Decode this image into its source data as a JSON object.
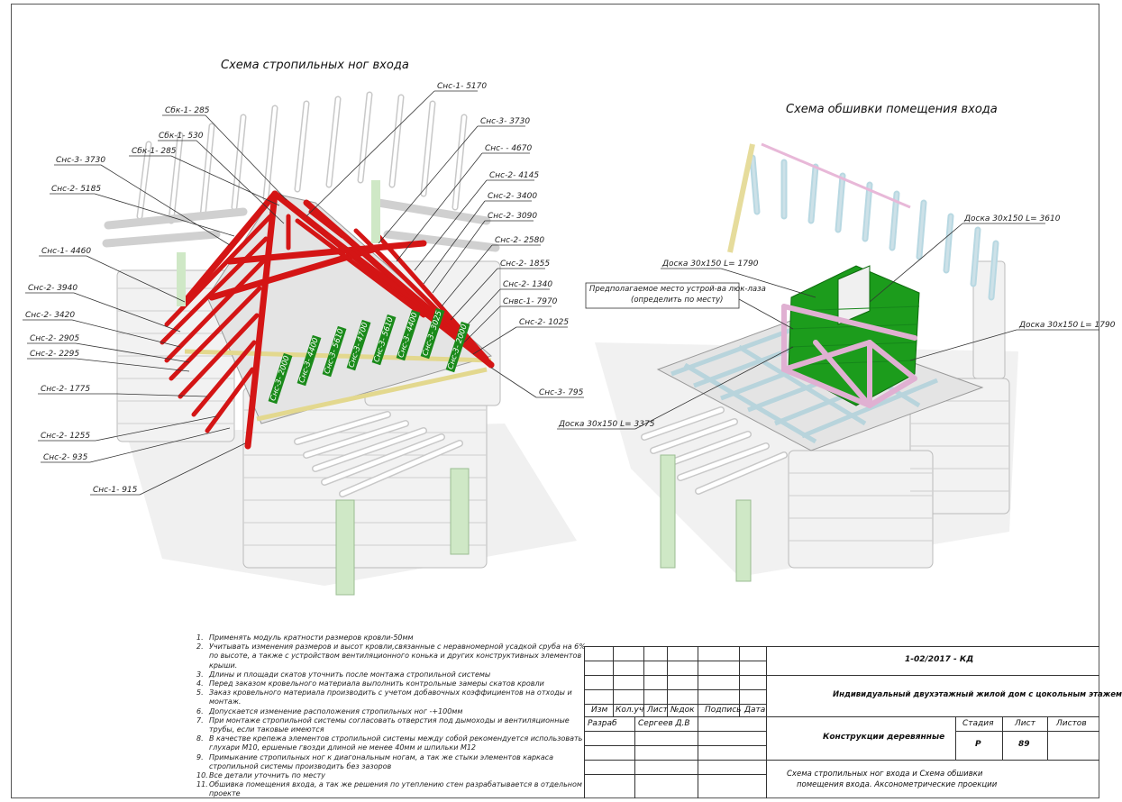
{
  "titles": {
    "left": "Схема стропильных ног входа",
    "right": "Схема обшивки помещения входа"
  },
  "left_labels": {
    "l1": "Снс-1- 5170",
    "l2": "Сбк-1- 285",
    "l3": "Снс-3- 3730",
    "l4": "Сбк-1- 530",
    "l5": "Снс- - 4670",
    "l6": "Сбк-1- 285",
    "l7": "Снс-3- 3730",
    "l8": "Снс-2- 4145",
    "l9": "Снс-2- 5185",
    "l10": "Снс-2- 3400",
    "l11": "Снс-2- 3090",
    "l12": "Снс-1- 4460",
    "l13": "Снс-2- 2580",
    "l14": "Снс-2- 1855",
    "l15": "Снс-2- 3940",
    "l16": "Снс-2- 1340",
    "l17": "Снвс-1- 7970",
    "l18": "Снс-2- 3420",
    "l19": "Снс-2- 1025",
    "l20": "Снс-2- 2905",
    "l21": "Снс-2- 2295",
    "l22": "Снс-3- 795",
    "l23": "Снс-2- 1775",
    "l24": "Снс-2- 1255",
    "l25": "Снс-2- 935",
    "l26": "Снс-1- 915"
  },
  "roof_labels": [
    "Снс-3- 2000",
    "Снс-3- 4400",
    "Снс-3- 5610",
    "Снс-3- 4700",
    "Снс-3- 5610",
    "Снс-3- 4400",
    "Снс-3- 3025",
    "Снс-3- 2000"
  ],
  "right_labels": {
    "d1": "Доска 30х150 L= 3610",
    "d2": "Доска 30х150 L= 1790",
    "d3": "Доска 30х150 L= 1790",
    "d4": "Доска 30х150 L= 3375",
    "note_line1": "Предполагаемое место устрой-ва люк-лаза",
    "note_line2": "(определить по месту)"
  },
  "notes": [
    {
      "n": "1.",
      "t": "Применять модуль кратности размеров кровли-50мм"
    },
    {
      "n": "2.",
      "t": "Учитывать изменения размеров и высот кровли,связанные с неравномерной усадкой сруба на 6% по высоте, а также с устройством вентиляционного конька и других конструктивных элементов крыши."
    },
    {
      "n": "3.",
      "t": "Длины и площади скатов уточнить после монтажа стропильной системы"
    },
    {
      "n": "4.",
      "t": "Перед заказом кровельного материала выполнить контрольные замеры скатов кровли"
    },
    {
      "n": "5.",
      "t": "Заказ кровельного материала производить с учетом добавочных коэффициентов на отходы и монтаж."
    },
    {
      "n": "6.",
      "t": "Допускается изменение расположения стропильных ног -+100мм"
    },
    {
      "n": "7.",
      "t": "При монтаже стропильной системы согласовать отверстия под дымоходы и вентиляционные трубы, если таковые имеются"
    },
    {
      "n": "8.",
      "t": "В качестве крепежа элементов стропильной системы между собой  рекомендуется использовать глухари М10, ершеные гвозди длиной не менее 40мм и шпильки М12"
    },
    {
      "n": "9.",
      "t": "Примыкание стропильных ног к диагональным ногам, а так же стыки элементов каркаса стропильной системы производить без зазоров"
    },
    {
      "n": "10.",
      "t": "Все детали уточнить по месту"
    },
    {
      "n": "11.",
      "t": "Обшивка помещения входа, а так же решения по утеплению стен разрабатывается в отдельном проекте"
    }
  ],
  "title_block": {
    "code": "1-02/2017 - КД",
    "project": "Индивидуальный двухэтажный жилой дом с цокольным этажем",
    "section": "Конструкции деревянные",
    "sheet_desc_1": "Схема стропильных ног входа и Схема обшивки",
    "sheet_desc_2": "помещения входа. Аксонометрические проекции",
    "h_izm": "Изм",
    "h_kolu": "Кол.уч",
    "h_list": "Лист",
    "h_ndok": "№док",
    "h_podpis": "Подпись",
    "h_data": "Дата",
    "razrab": "Разраб",
    "author": "Сергеев Д.В",
    "h_stadia": "Стадия",
    "h_list2": "Лист",
    "h_listov": "Листов",
    "stadia": "Р",
    "sheet": "89",
    "sheets": ""
  },
  "colors": {
    "rafter": "#d81818",
    "log": "#eeeeee",
    "pillar": "#cde8c4",
    "green_panel": "#1a9a1a",
    "pink": "#e8b8d8",
    "beam": "#e6dc9c"
  }
}
